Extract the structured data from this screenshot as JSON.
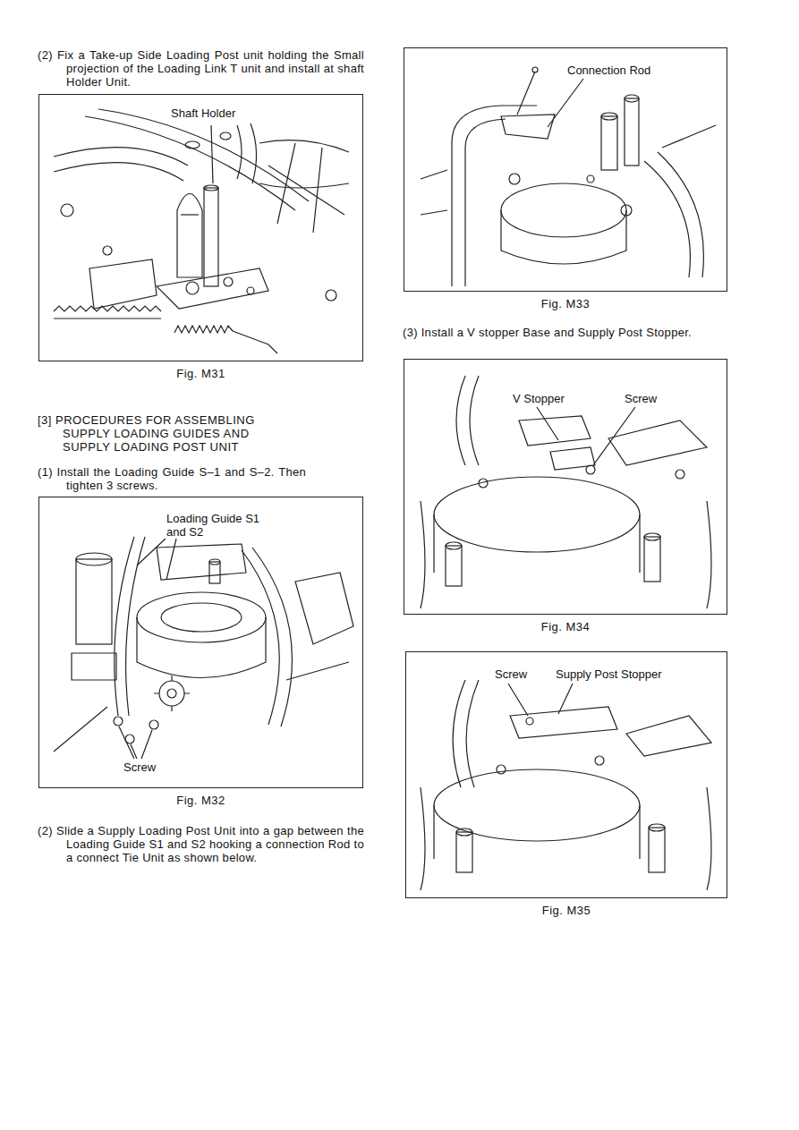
{
  "diagram": {
    "nodes": [
      {
        "text": [
          "Shaft Holder",
          "Fig. M31"
        ]
      },
      {
        "text": [
          "Loading Guide S1 and S2",
          "Screw",
          "Fig. M32"
        ]
      },
      {
        "text": [
          "Connection Rod",
          "Fig. M33"
        ]
      },
      {
        "text": [
          "V Stopper",
          "Screw",
          "Fig. M34"
        ]
      },
      {
        "text": [
          "Screw",
          "Supply Post Stopper",
          "Fig. M35"
        ]
      }
    ],
    "labels": [
      "(2) Fix a Take-up Side Loading Post unit holding the Small projection of the Loading Link T unit and install at shaft Holder Unit.",
      "[3] PROCEDURES FOR ASSEMBLING SUPPLY LOADING GUIDES AND SUPPLY LOADING POST UNIT",
      "(1) Install the Loading Guide S–1 and S–2. Then tighten 3 screws.",
      "(2) Slide a Supply Loading Post Unit into a gap between the Loading Guide S1 and S2 hooking a connection Rod to a connect Tie Unit as shown below.",
      "(3) Install a V stopper Base and Supply Post Stopper."
    ]
  }
}
